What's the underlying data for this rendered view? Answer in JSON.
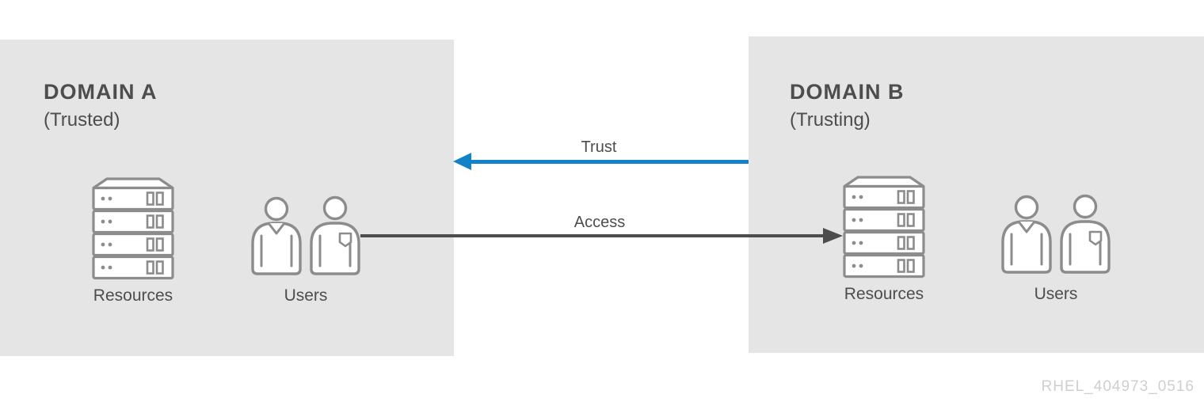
{
  "panels": {
    "domain_a": {
      "title": "DOMAIN A",
      "subtitle": "(Trusted)",
      "resources_label": "Resources",
      "users_label": "Users"
    },
    "domain_b": {
      "title": "DOMAIN B",
      "subtitle": "(Trusting)",
      "resources_label": "Resources",
      "users_label": "Users"
    }
  },
  "arrows": {
    "trust": {
      "label": "Trust",
      "direction": "right-to-left",
      "color": "#1482c6"
    },
    "access": {
      "label": "Access",
      "direction": "left-to-right",
      "color": "#4d4d4d"
    }
  },
  "icons": {
    "server": "server-rack-icon",
    "users": "two-users-icon"
  },
  "watermark": "RHEL_404973_0516",
  "colors": {
    "panel_background": "#e5e5e5",
    "text": "#4d4d4d",
    "icon_stroke": "#8c8c8c",
    "trust_arrow": "#1482c6",
    "access_arrow": "#4d4d4d",
    "watermark_text": "#cfcfcf"
  }
}
